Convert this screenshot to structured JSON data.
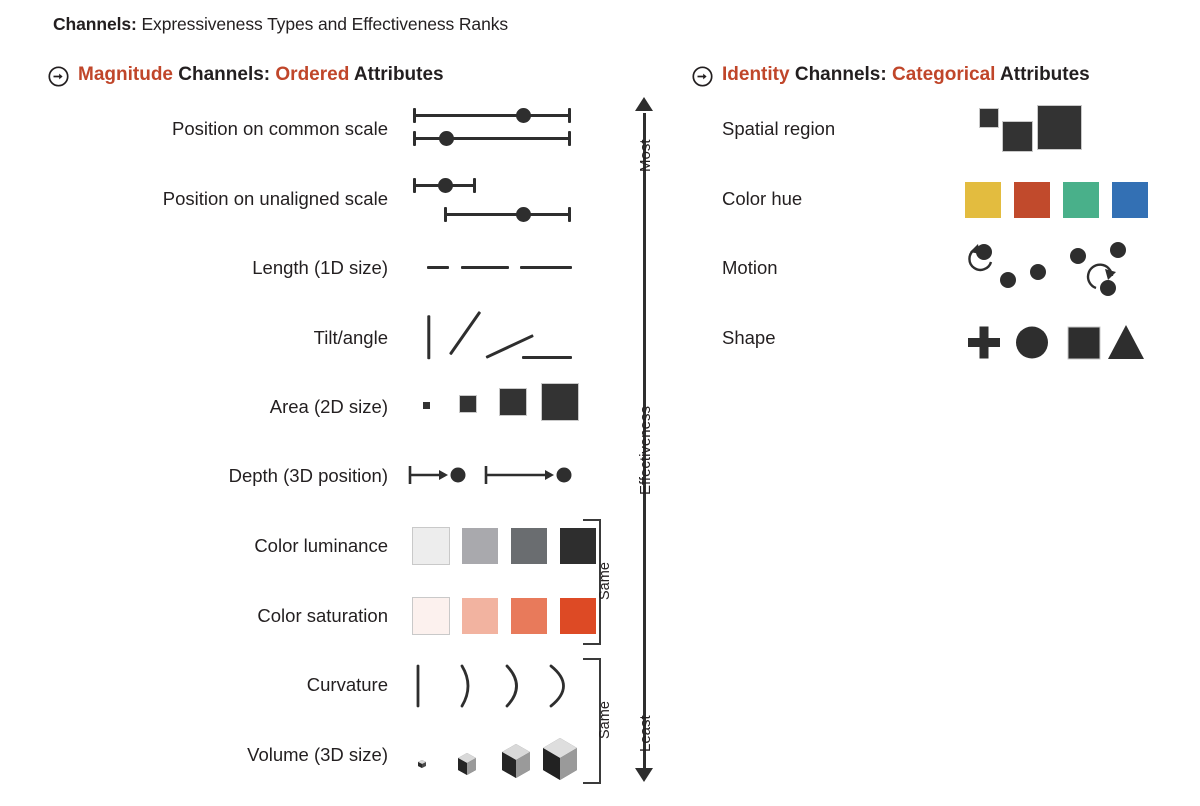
{
  "title": {
    "bold_part": "Channels:",
    "rest": " Expressiveness Types and Effectiveness Ranks"
  },
  "columns": {
    "left": {
      "header": {
        "icon": "circled-arrow-right-icon",
        "word1": "Magnitude",
        "word2": " Channels: ",
        "word3": "Ordered",
        "word4": " Attributes"
      },
      "rows": [
        {
          "label": "Position on common scale",
          "glyph": "aligned-scales"
        },
        {
          "label": "Position on unaligned scale",
          "glyph": "unaligned-scales"
        },
        {
          "label": "Length (1D size)",
          "glyph": "length-bars"
        },
        {
          "label": "Tilt/angle",
          "glyph": "tilt-lines"
        },
        {
          "label": "Area (2D size)",
          "glyph": "area-squares"
        },
        {
          "label": "Depth (3D position)",
          "glyph": "depth-arrows"
        },
        {
          "label": "Color luminance",
          "glyph": "luminance-ramp"
        },
        {
          "label": "Color saturation",
          "glyph": "saturation-ramp"
        },
        {
          "label": "Curvature",
          "glyph": "curvature-arcs"
        },
        {
          "label": "Volume (3D size)",
          "glyph": "volume-cubes"
        }
      ]
    },
    "right": {
      "header": {
        "icon": "circled-arrow-right-icon",
        "word1": "Identity",
        "word2": " Channels: ",
        "word3": "Categorical",
        "word4": " Attributes"
      },
      "rows": [
        {
          "label": "Spatial region",
          "glyph": "spatial-region-squares"
        },
        {
          "label": "Color hue",
          "glyph": "hue-swatches"
        },
        {
          "label": "Motion",
          "glyph": "motion-dots"
        },
        {
          "label": "Shape",
          "glyph": "shape-marks"
        }
      ]
    }
  },
  "axis": {
    "top_label": "Most",
    "middle_label": "Effectiveness",
    "bottom_label": "Least"
  },
  "brackets": [
    {
      "label": "Same",
      "groups": "Color luminance + Color saturation"
    },
    {
      "label": "Same",
      "groups": "Curvature + Volume (3D size)"
    }
  ],
  "colors": {
    "accent_orange": "#c0462a",
    "text_dark": "#231f20",
    "ink": "#2e2e2e",
    "luminance_ramp": [
      "#ededed",
      "#a9a9ad",
      "#6a6d70",
      "#2e2e2e"
    ],
    "saturation_ramp": [
      "#fcf1ee",
      "#f2b3a0",
      "#e87a5b",
      "#dd4a25"
    ],
    "hue_swatches": [
      "#e3bc3f",
      "#c14a2c",
      "#49b08a",
      "#3370b4"
    ],
    "mark_fill": "#333333"
  },
  "chart_data": {
    "type": "table",
    "title": "Channels: Expressiveness Types and Effectiveness Ranks",
    "ylabel": "Effectiveness",
    "ylim": [
      "Least",
      "Most"
    ],
    "categories": [
      "Magnitude Channels: Ordered Attributes",
      "Identity Channels: Categorical Attributes"
    ],
    "series": [
      {
        "name": "Magnitude Channels: Ordered Attributes",
        "values": [
          {
            "rank": 1,
            "channel": "Position on common scale"
          },
          {
            "rank": 2,
            "channel": "Position on unaligned scale"
          },
          {
            "rank": 3,
            "channel": "Length (1D size)"
          },
          {
            "rank": 4,
            "channel": "Tilt/angle"
          },
          {
            "rank": 5,
            "channel": "Area (2D size)"
          },
          {
            "rank": 6,
            "channel": "Depth (3D position)"
          },
          {
            "rank": 7,
            "channel": "Color luminance"
          },
          {
            "rank": 7,
            "channel": "Color saturation"
          },
          {
            "rank": 9,
            "channel": "Curvature"
          },
          {
            "rank": 9,
            "channel": "Volume (3D size)"
          }
        ]
      },
      {
        "name": "Identity Channels: Categorical Attributes",
        "values": [
          {
            "rank": 1,
            "channel": "Spatial region"
          },
          {
            "rank": 2,
            "channel": "Color hue"
          },
          {
            "rank": 3,
            "channel": "Motion"
          },
          {
            "rank": 4,
            "channel": "Shape"
          }
        ]
      }
    ],
    "annotations": [
      "Same (Color luminance, Color saturation)",
      "Same (Curvature, Volume (3D size))"
    ]
  }
}
